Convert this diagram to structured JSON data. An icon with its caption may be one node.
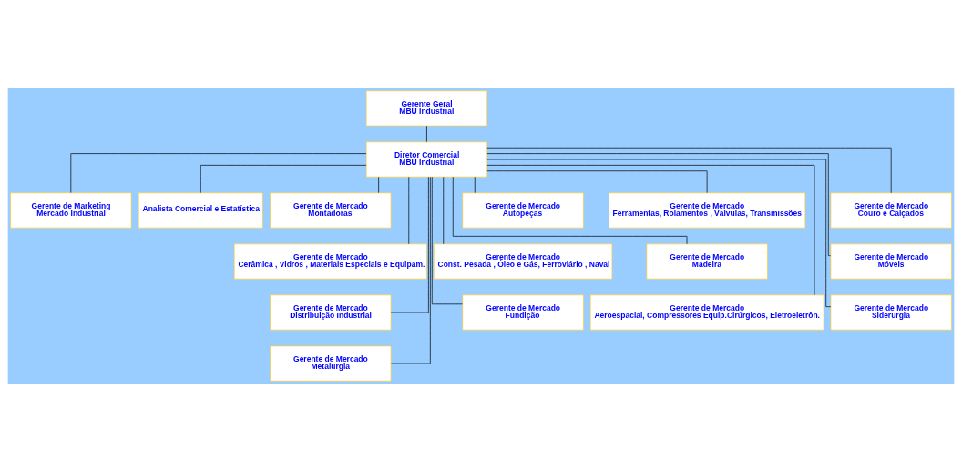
{
  "diagram": {
    "nodes": [
      {
        "text": [
          "Gerente Geral",
          "MBU Industrial"
        ]
      },
      {
        "text": [
          "Diretor Comercial",
          "MBU Industrial"
        ]
      },
      {
        "text": [
          "Gerente de Marketing",
          "Mercado Industrial"
        ]
      },
      {
        "text": [
          "Analista Comercial e Estatística"
        ]
      },
      {
        "text": [
          "Gerente de Mercado",
          "Montadoras"
        ]
      },
      {
        "text": [
          "Gerente de Mercado",
          "Autopeças"
        ]
      },
      {
        "text": [
          "Gerente de Mercado",
          "Ferramentas, Rolamentos , Válvulas, Transmissões"
        ]
      },
      {
        "text": [
          "Gerente de Mercado",
          "Couro e Calçados"
        ]
      },
      {
        "text": [
          "Gerente de Mercado",
          "Cerâmica , Vidros , Materiais Especiais e Equipam."
        ]
      },
      {
        "text": [
          "Gerente de Mercado",
          "Const. Pesada , Óleo e Gás, Ferroviário , Naval"
        ]
      },
      {
        "text": [
          "Gerente de Mercado",
          "Madeira"
        ]
      },
      {
        "text": [
          "Gerente de Mercado",
          "Móveis"
        ]
      },
      {
        "text": [
          "Gerente de Mercado",
          "Distribuição Industrial"
        ]
      },
      {
        "text": [
          "Gerente de Mercado",
          "Fundição"
        ]
      },
      {
        "text": [
          "Gerente de Mercado",
          "Aeroespacial, Compressores Equip.Cirúrgicos, Eletroeletrôn."
        ]
      },
      {
        "text": [
          "Gerente de Mercado",
          "Siderurgia"
        ]
      },
      {
        "text": [
          "Gerente de Mercado",
          "Metalurgia"
        ]
      }
    ],
    "edges": [
      {
        "from": 0,
        "to": 1,
        "arrow": "none"
      },
      {
        "from": 1,
        "to": 2,
        "arrow": "none"
      },
      {
        "from": 1,
        "to": 3,
        "arrow": "none"
      },
      {
        "from": 1,
        "to": 4,
        "arrow": "none"
      },
      {
        "from": 1,
        "to": 5,
        "arrow": "none"
      },
      {
        "from": 1,
        "to": 6,
        "arrow": "none"
      },
      {
        "from": 1,
        "to": 7,
        "arrow": "none"
      },
      {
        "from": 1,
        "to": 8,
        "arrow": "none"
      },
      {
        "from": 1,
        "to": 9,
        "arrow": "none"
      },
      {
        "from": 1,
        "to": 10,
        "arrow": "none"
      },
      {
        "from": 1,
        "to": 11,
        "arrow": "none"
      },
      {
        "from": 1,
        "to": 12,
        "arrow": "none"
      },
      {
        "from": 1,
        "to": 13,
        "arrow": "none"
      },
      {
        "from": 1,
        "to": 14,
        "arrow": "none"
      },
      {
        "from": 1,
        "to": 15,
        "arrow": "none"
      },
      {
        "from": 1,
        "to": 16,
        "arrow": "none"
      }
    ]
  }
}
